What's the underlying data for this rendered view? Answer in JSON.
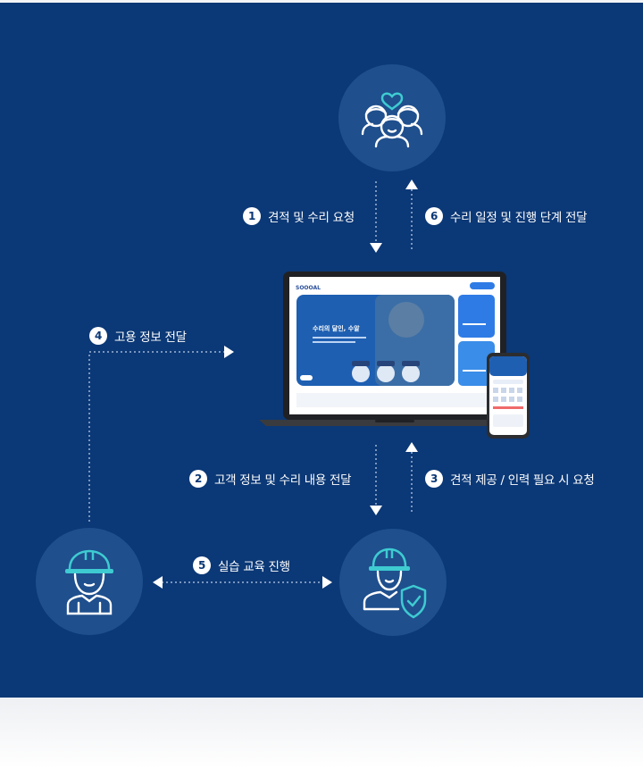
{
  "diagram": {
    "steps": [
      {
        "number": "1",
        "text": "견적 및 수리 요청"
      },
      {
        "number": "6",
        "text": "수리 일정 및 진행 단계 전달"
      },
      {
        "number": "4",
        "text": "고용 정보 전달"
      },
      {
        "number": "2",
        "text": "고객 정보 및 수리 내용 전달"
      },
      {
        "number": "3",
        "text": "견적 제공 / 인력 필요 시 요청"
      },
      {
        "number": "5",
        "text": "실습 교육 진행"
      }
    ],
    "nodes": [
      {
        "icon": "customers-heart-icon"
      },
      {
        "icon": "worker-helmet-icon"
      },
      {
        "icon": "worker-shield-check-icon"
      },
      {
        "icon": "laptop-phone-platform-icon"
      }
    ],
    "platform": {
      "logo": "SOOOAL",
      "headline": "수리의 달인, 수알"
    }
  },
  "colors": {
    "background": "#0b3876",
    "circle": "#1f4f8d",
    "accent": "#3ecbd1",
    "arrow": "#ffffff"
  }
}
